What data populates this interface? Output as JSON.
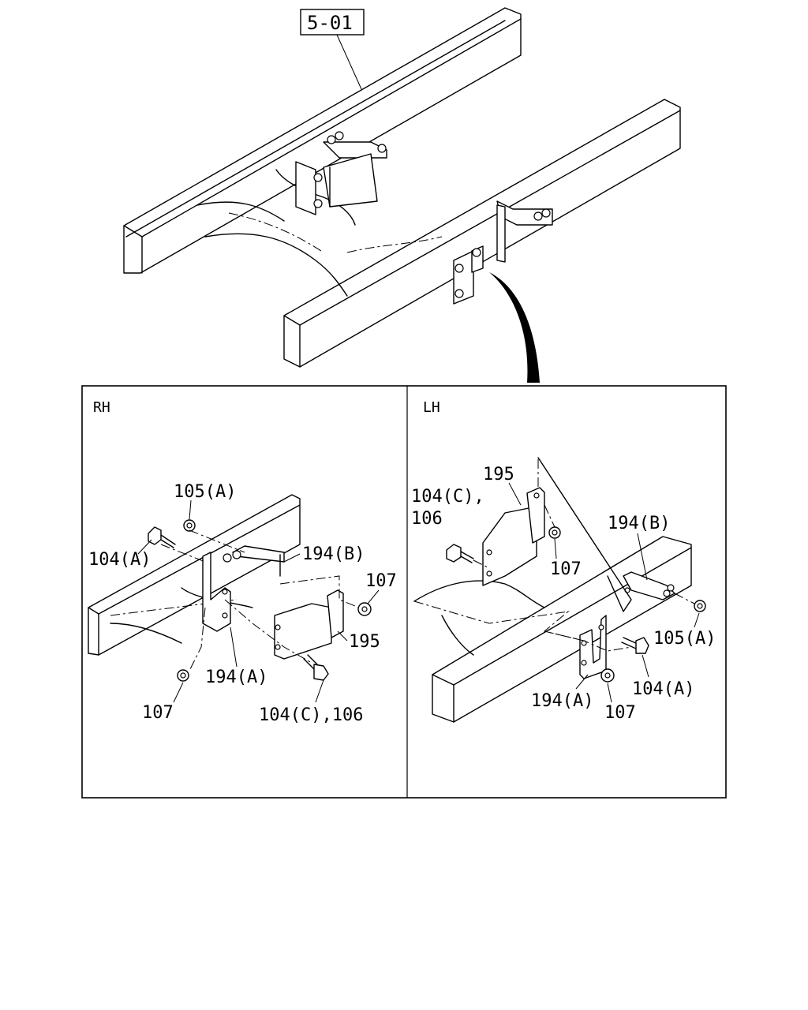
{
  "ref_box": {
    "label": "5-01"
  },
  "panels": {
    "rh": {
      "title": "RH",
      "callouts": {
        "c105a": "105(A)",
        "c104a": "104(A)",
        "c194b": "194(B)",
        "c107_top": "107",
        "c195": "195",
        "c194a": "194(A)",
        "c107_bottom": "107",
        "c104c106": "104(C),106"
      }
    },
    "lh": {
      "title": "LH",
      "callouts": {
        "c195": "195",
        "c104c": "104(C),",
        "c106": "106",
        "c107_top": "107",
        "c194b": "194(B)",
        "c105a": "105(A)",
        "c104a": "104(A)",
        "c194a": "194(A)",
        "c107_bottom": "107"
      }
    }
  }
}
